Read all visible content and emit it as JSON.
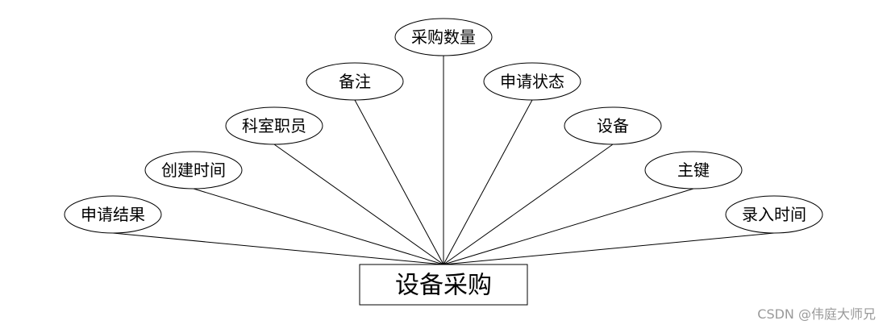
{
  "diagram": {
    "entity": {
      "label": "设备采购"
    },
    "attributes": [
      {
        "id": "shenqing-jieguo",
        "label": "申请结果"
      },
      {
        "id": "chuangjian-shijian",
        "label": "创建时间"
      },
      {
        "id": "keshi-zhiyuan",
        "label": "科室职员"
      },
      {
        "id": "beizhu",
        "label": "备注"
      },
      {
        "id": "caigou-shuliang",
        "label": "采购数量"
      },
      {
        "id": "shenqing-zhuangtai",
        "label": "申请状态"
      },
      {
        "id": "shebei",
        "label": "设备"
      },
      {
        "id": "zhujian",
        "label": "主键"
      },
      {
        "id": "luru-shijian",
        "label": "录入时间"
      }
    ]
  },
  "watermark": {
    "text": "CSDN @伟庭大师兄"
  },
  "colors": {
    "stroke": "#000000",
    "background": "#ffffff",
    "watermark": "#9a9a9a"
  }
}
